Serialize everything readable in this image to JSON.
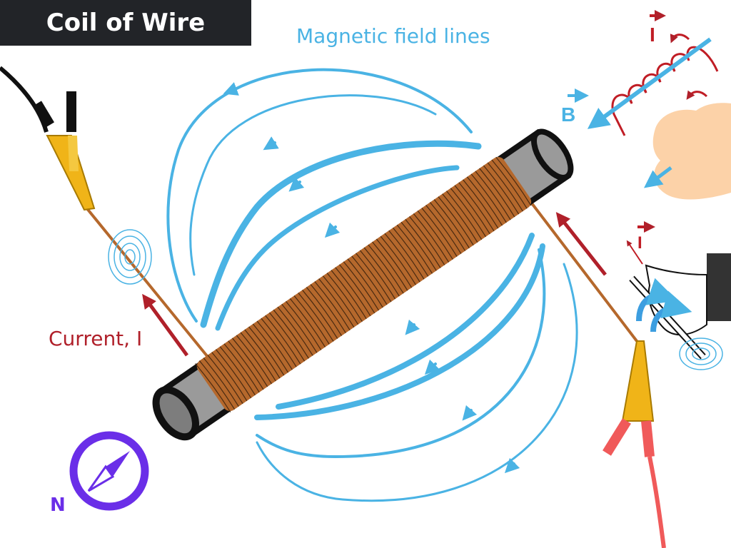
{
  "title": "Coil of Wire",
  "labels": {
    "field_lines": "Magnetic field lines",
    "current": "Current, I",
    "b_field": "B",
    "current_symbol_top": "I",
    "current_symbol_hand": "I",
    "compass_north": "N"
  },
  "colors": {
    "field": "#4ab3e4",
    "copper": "#b5682c",
    "current_arrow": "#b0202a",
    "compass": "#6a2ee8",
    "clip": "#f0b418",
    "rod": "#9a9a9a"
  }
}
